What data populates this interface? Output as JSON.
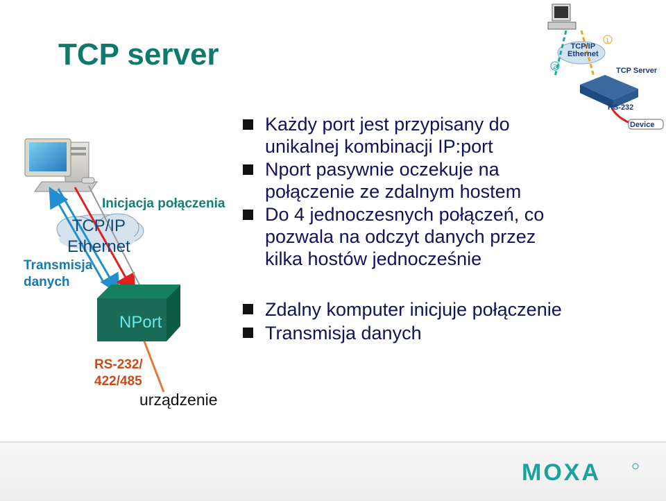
{
  "title": "TCP server",
  "bullets_top": [
    {
      "lines": [
        "Każdy port jest przypisany do",
        "unikalnej kombinacji IP:port"
      ]
    },
    {
      "lines": [
        "Nport pasywnie oczekuje na",
        "połączenie ze zdalnym hostem"
      ]
    },
    {
      "lines": [
        "Do 4 jednoczesnych połączeń, co",
        "pozwala na odczyt danych przez",
        "kilka hostów jednocześnie"
      ]
    }
  ],
  "bullets_bottom": [
    "Zdalny komputer inicjuje połączenie",
    "Transmisja danych"
  ],
  "diagram": {
    "init_label": "Inicjacja połączenia",
    "transfer_label": [
      "Transmisja",
      "danych"
    ],
    "cloud_label": [
      "TCP/IP",
      "Ethernet"
    ],
    "nport_label": "NPort",
    "serial_label": [
      "RS-232/",
      "422/485"
    ],
    "device_label": "urządzenie"
  },
  "mini_diagram": {
    "cloud_label": [
      "TCP/IP",
      "Ethernet"
    ],
    "server_label": "TCP Server",
    "serial_label": "RS-232",
    "device_label": "Device",
    "step_markers": [
      "1",
      "2"
    ]
  },
  "logo": "MOXA",
  "colors": {
    "title": "#0e7a6c",
    "bullet_text": "#12125a",
    "init_arrow": "#e02020",
    "transfer_arrow": "#2090d0",
    "serial_line": "#e07a30",
    "logo": "#1aa39a"
  }
}
